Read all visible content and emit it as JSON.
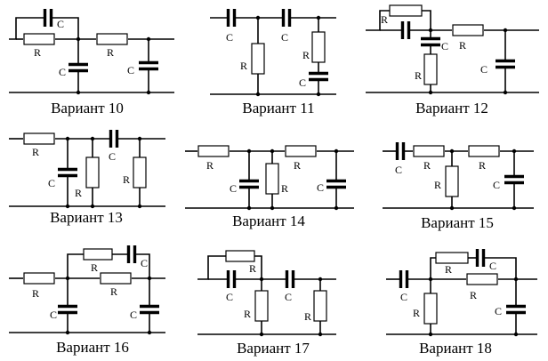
{
  "labels": {
    "R": "R",
    "C": "C"
  },
  "variants": [
    {
      "id": "10",
      "caption": "Вариант 10"
    },
    {
      "id": "11",
      "caption": "Вариант 11"
    },
    {
      "id": "12",
      "caption": "Вариант 12"
    },
    {
      "id": "13",
      "caption": "Вариант 13"
    },
    {
      "id": "14",
      "caption": "Вариант 14"
    },
    {
      "id": "15",
      "caption": "Вариант 15"
    },
    {
      "id": "16",
      "caption": "Вариант 16"
    },
    {
      "id": "17",
      "caption": "Вариант 17"
    },
    {
      "id": "18",
      "caption": "Вариант 18"
    }
  ]
}
